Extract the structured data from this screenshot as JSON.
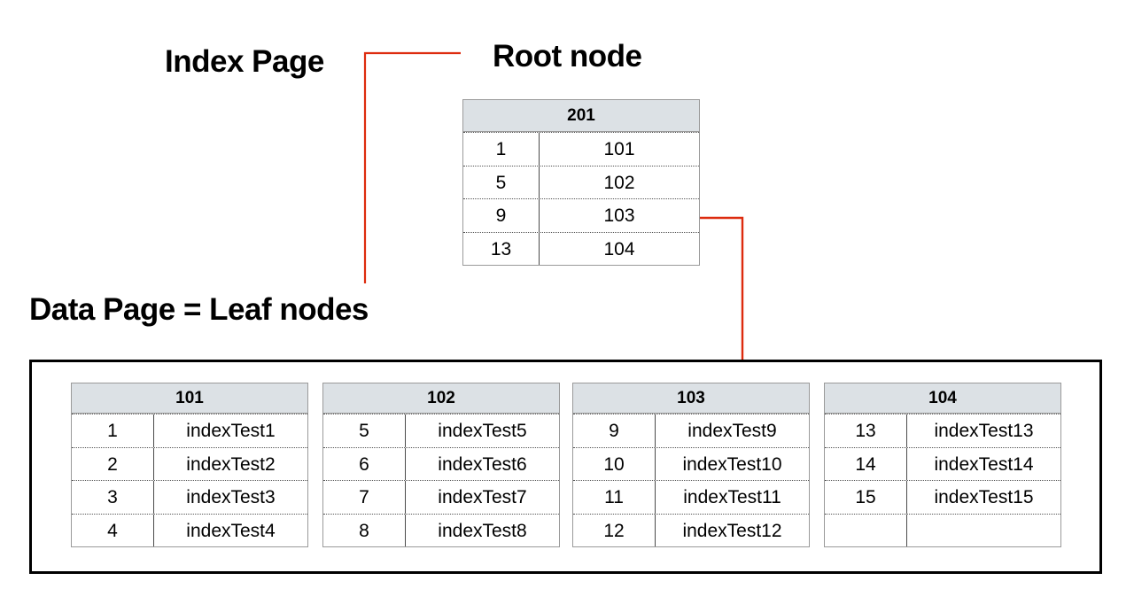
{
  "diagram": {
    "title_index_page": "Index Page",
    "title_root_node": "Root node",
    "title_data_page": "Data Page = Leaf nodes",
    "accent_color": "#dd2b0e",
    "header_fill": "#dce1e5",
    "border_color": "#9a9a9a",
    "container_border_color": "#000000"
  },
  "root_node": {
    "page_id": "201",
    "rows": [
      {
        "key": "1",
        "value": "101"
      },
      {
        "key": "5",
        "value": "102"
      },
      {
        "key": "9",
        "value": "103"
      },
      {
        "key": "13",
        "value": "104"
      }
    ]
  },
  "leaf_nodes": [
    {
      "page_id": "101",
      "rows": [
        {
          "key": "1",
          "value": "indexTest1"
        },
        {
          "key": "2",
          "value": "indexTest2"
        },
        {
          "key": "3",
          "value": "indexTest3"
        },
        {
          "key": "4",
          "value": "indexTest4"
        }
      ]
    },
    {
      "page_id": "102",
      "rows": [
        {
          "key": "5",
          "value": "indexTest5"
        },
        {
          "key": "6",
          "value": "indexTest6"
        },
        {
          "key": "7",
          "value": "indexTest7"
        },
        {
          "key": "8",
          "value": "indexTest8"
        }
      ]
    },
    {
      "page_id": "103",
      "rows": [
        {
          "key": "9",
          "value": "indexTest9"
        },
        {
          "key": "10",
          "value": "indexTest10"
        },
        {
          "key": "11",
          "value": "indexTest11"
        },
        {
          "key": "12",
          "value": "indexTest12"
        }
      ]
    },
    {
      "page_id": "104",
      "rows": [
        {
          "key": "13",
          "value": "indexTest13"
        },
        {
          "key": "14",
          "value": "indexTest14"
        },
        {
          "key": "15",
          "value": "indexTest15"
        },
        {
          "key": "",
          "value": ""
        }
      ]
    }
  ]
}
